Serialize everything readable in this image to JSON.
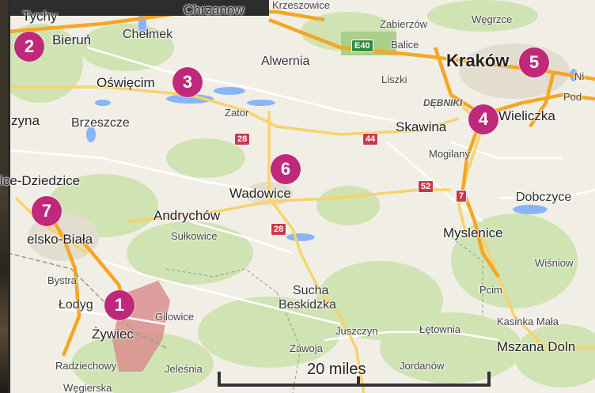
{
  "places": {
    "tychy": "Tychy",
    "bierun": "Bieruń",
    "chelmek": "Chełmek",
    "chrzanow": "Chrzanow",
    "krzeszowice": "Krzeszowice",
    "zabierzow": "Zabierzów",
    "wegrzce": "Węgrzce",
    "balice": "Balice",
    "krakow": "Kraków",
    "alwernia": "Alwernia",
    "liszki": "Liszki",
    "oswiecim": "Oświęcim",
    "debniki": "DĘBNIKI",
    "pod": "Pod",
    "ni": "Ni",
    "zyna": "zyna",
    "brzeszcze": "Brzeszcze",
    "zator": "Zator",
    "skawina": "Skawina",
    "wieliczka": "Wieliczka",
    "mogilany": "Mogilany",
    "dziedzice": "ice-Dziedzice",
    "wadowice": "Wadowice",
    "dobczyce": "Dobczyce",
    "andrychow": "Andrychów",
    "sulkowice": "Sułkowice",
    "bielsko": "elsko-Biała",
    "myslenice": "Myslenice",
    "wisniowa": "Wiśniow",
    "bystra": "Bystra",
    "sucha": "Sucha",
    "beskidzka": "Beskidzka",
    "pcim": "Pcim",
    "lodygowice": "Łodyg",
    "gilowice": "Gilowice",
    "zywiec": "Żywiec",
    "juszczyn": "Juszczyn",
    "letownia": "Łętownia",
    "kasinka": "Kasinka Mała",
    "mszana": "Mszana Doln",
    "zawoja": "Zawoja",
    "jordanow": "Jordanów",
    "radziechowy": "Radziechowy",
    "jelesnia": "Jeleśnia",
    "wegierska": "Węgierska"
  },
  "roads": {
    "e40": "E40",
    "r28a": "28",
    "r28b": "28",
    "r44": "44",
    "r52": "52",
    "r7": "7"
  },
  "markers": [
    "1",
    "2",
    "3",
    "4",
    "5",
    "6",
    "7"
  ],
  "scale": {
    "label": "20 miles"
  },
  "colors": {
    "marker": "#c0287a",
    "land": "#f1eee6",
    "forest": "#c9dfae",
    "water": "#8ab4f8",
    "highway": "#f5a623"
  }
}
